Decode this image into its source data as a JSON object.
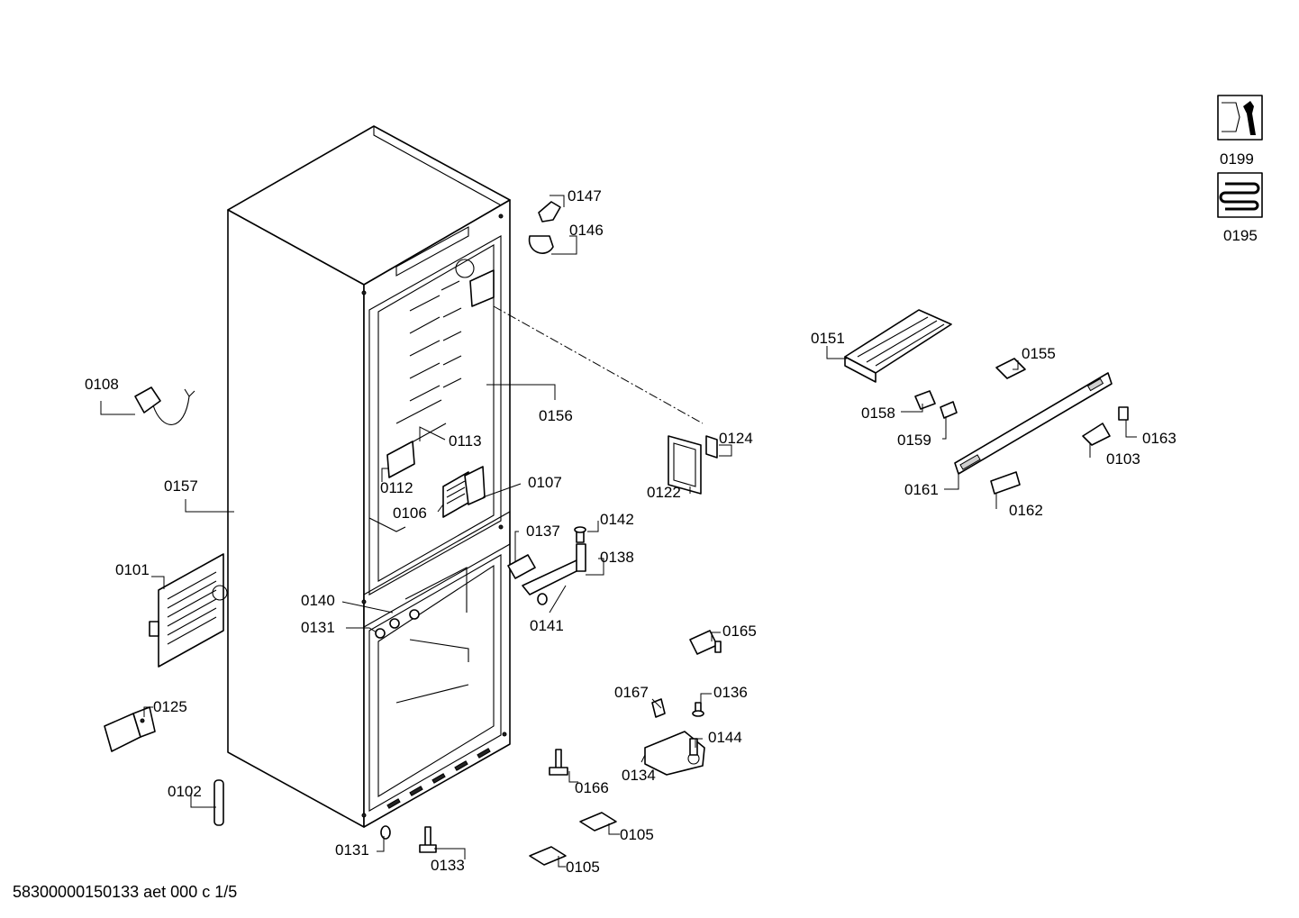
{
  "callouts": {
    "p0101": "0101",
    "p0102": "0102",
    "p0103": "0103",
    "p0105a": "0105",
    "p0105b": "0105",
    "p0106": "0106",
    "p0107": "0107",
    "p0108": "0108",
    "p0112": "0112",
    "p0113": "0113",
    "p0122": "0122",
    "p0124": "0124",
    "p0125": "0125",
    "p0131a": "0131",
    "p0131b": "0131",
    "p0133": "0133",
    "p0134": "0134",
    "p0136": "0136",
    "p0137": "0137",
    "p0138": "0138",
    "p0140": "0140",
    "p0141": "0141",
    "p0142": "0142",
    "p0144": "0144",
    "p0146": "0146",
    "p0147": "0147",
    "p0151": "0151",
    "p0155": "0155",
    "p0156": "0156",
    "p0157": "0157",
    "p0158": "0158",
    "p0159": "0159",
    "p0161": "0161",
    "p0162": "0162",
    "p0163": "0163",
    "p0165": "0165",
    "p0166": "0166",
    "p0167": "0167"
  },
  "side_icons": [
    {
      "icon": "wrench-nut-icon",
      "label": "0199"
    },
    {
      "icon": "heater-coil-icon",
      "label": "0195"
    }
  ],
  "footer": {
    "document_code": "58300000150133 aet 000 c 1/5"
  }
}
